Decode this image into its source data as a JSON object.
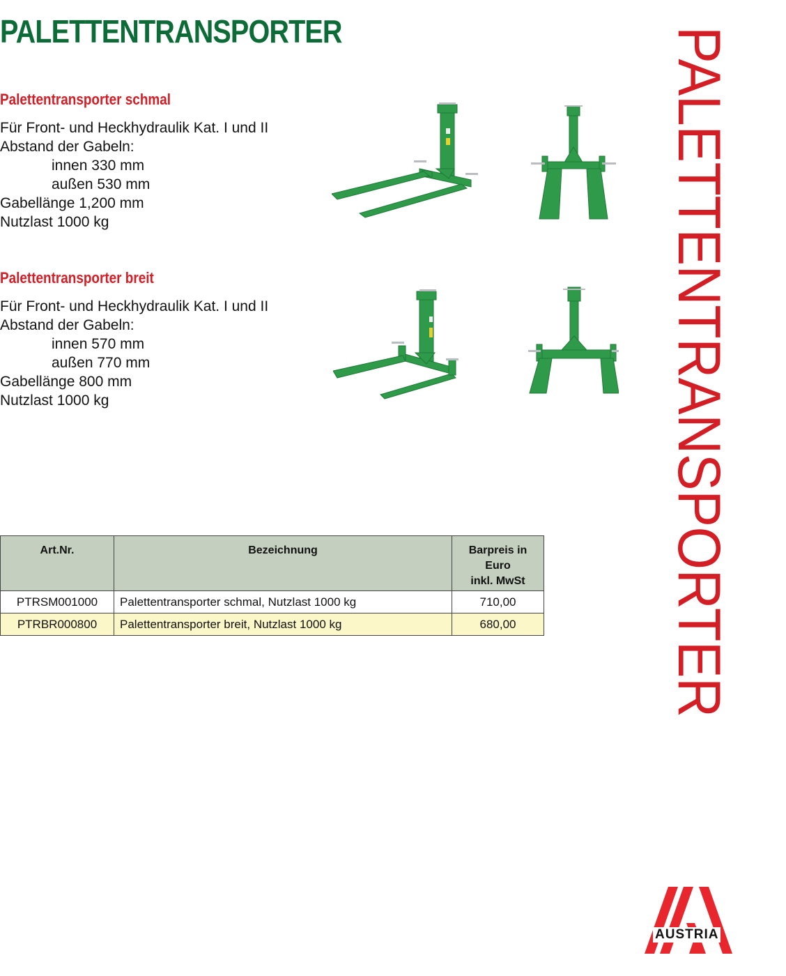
{
  "page": {
    "title": "PALETTENTRANSPORTER",
    "vertical_title": "PALETTENTRANSPORTER"
  },
  "products": [
    {
      "heading": "Palettentransporter schmal",
      "specs": {
        "hydraulik": "Für Front- und Heckhydraulik Kat. I und II",
        "abstand_label": "Abstand der Gabeln:",
        "innen": "innen 330 mm",
        "aussen": "außen 530 mm",
        "gabellaenge": "Gabellänge 1,200 mm",
        "nutzlast": "Nutzlast 1000 kg"
      },
      "images": [
        "pallet-fork-side-view",
        "pallet-fork-front-view"
      ]
    },
    {
      "heading": "Palettentransporter breit",
      "specs": {
        "hydraulik": "Für Front- und Heckhydraulik Kat. I und II",
        "abstand_label": "Abstand der Gabeln:",
        "innen": "innen 570 mm",
        "aussen": "außen 770 mm",
        "gabellaenge": "Gabellänge 800 mm",
        "nutzlast": "Nutzlast 1000 kg"
      },
      "images": [
        "pallet-fork-side-view",
        "pallet-fork-front-view"
      ]
    }
  ],
  "price_table": {
    "headers": {
      "art_nr": "Art.Nr.",
      "bezeichnung": "Bezeichnung",
      "preis_line1": "Barpreis in",
      "preis_line2": "Euro",
      "preis_line3": "inkl. MwSt"
    },
    "rows": [
      {
        "art_nr": "PTRSM001000",
        "bezeichnung": "Palettentransporter schmal, Nutzlast 1000 kg",
        "preis": "710,00"
      },
      {
        "art_nr": "PTRBR000800",
        "bezeichnung": "Palettentransporter breit, Nutzlast 1000 kg",
        "preis": "680,00"
      }
    ]
  },
  "logo": {
    "text": "AUSTRIA"
  },
  "colors": {
    "title_green": "#0d6b38",
    "accent_red": "#d41e26",
    "header_bg": "#c4cfbf",
    "highlight_row": "#fbf7c8",
    "product_green": "#2e9a4a"
  }
}
